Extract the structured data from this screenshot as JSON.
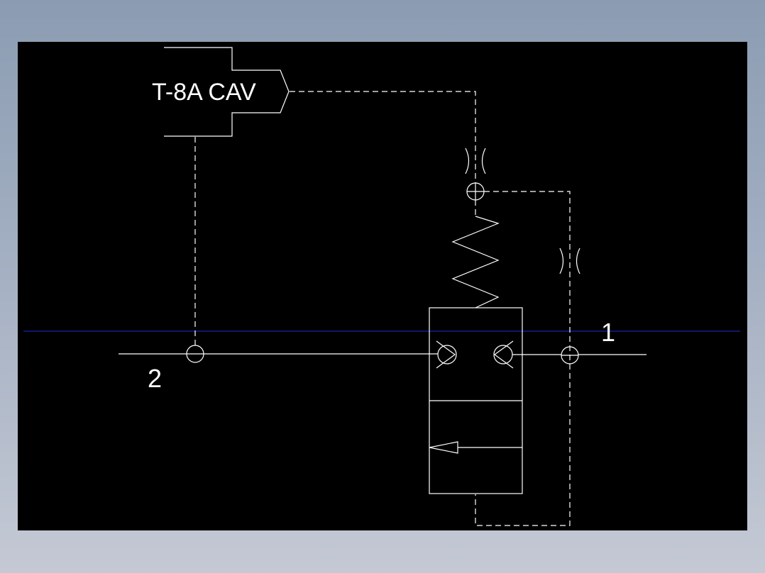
{
  "diagram": {
    "cavity_label": "T-8A CAV",
    "port_1_label": "1",
    "port_2_label": "2"
  },
  "colors": {
    "viewport_background": "#000000",
    "line": "#ffffff",
    "crosshair": "#1a2fd6",
    "window_gradient_top": "#8b9cb2",
    "window_gradient_bottom": "#c4c9d4"
  }
}
